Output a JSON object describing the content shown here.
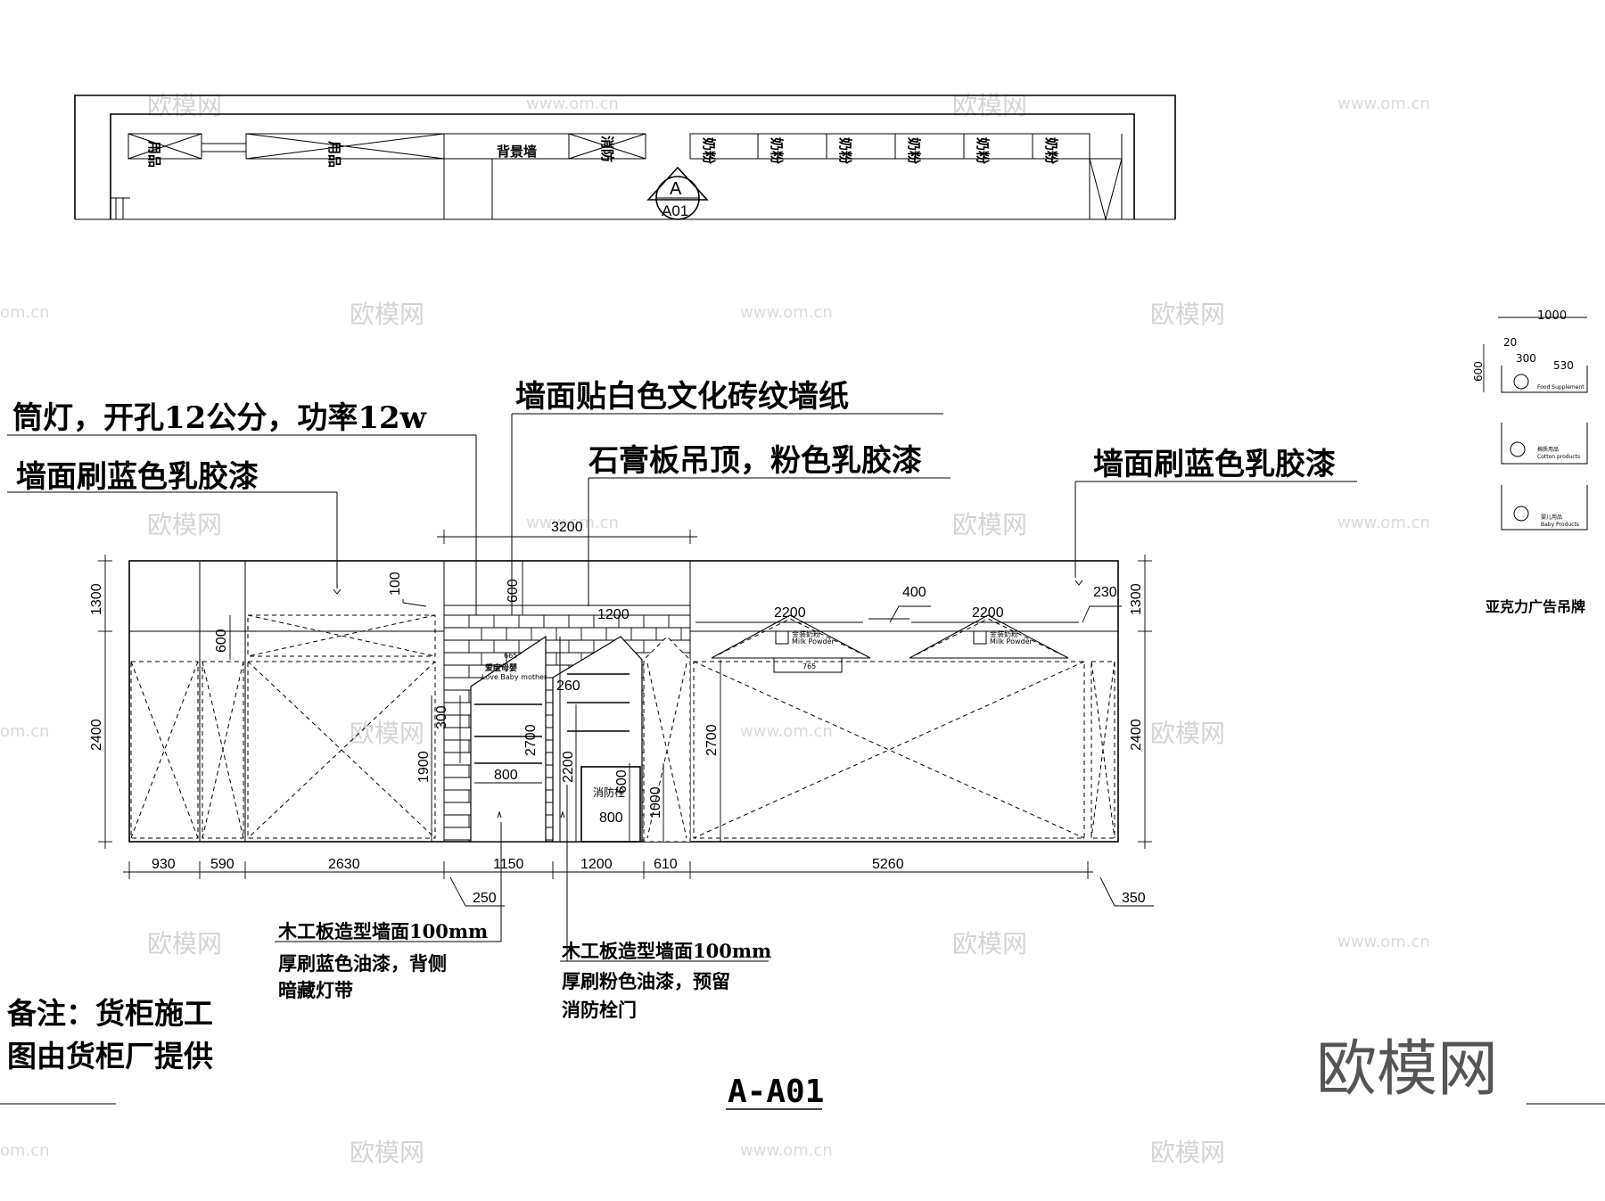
{
  "plan": {
    "zone_labels": [
      "用品",
      "用品",
      "背景墙",
      "消防",
      "奶粉",
      "奶粉",
      "奶粉",
      "奶粉",
      "奶粉",
      "奶粉"
    ],
    "view_marker_letter": "A",
    "view_marker_ref": "A01"
  },
  "callouts": {
    "downlight": "筒灯，开孔12公分，功率12w",
    "wall_left": "墙面刷蓝色乳胶漆",
    "wallpaper": "墙面贴白色文化砖纹墙纸",
    "ceiling": "石膏板吊顶，粉色乳胶漆",
    "wall_right": "墙面刷蓝色乳胶漆",
    "wood_blue_l1": "木工板造型墙面100mm",
    "wood_blue_l2": "厚刷蓝色油漆，背侧",
    "wood_blue_l3": "暗藏灯带",
    "wood_pink_l1": "木工板造型墙面100mm",
    "wood_pink_l2": "厚刷粉色油漆，预留",
    "wood_pink_l3": "消防栓门",
    "remark_l1": "备注：货柜施工",
    "remark_l2": "图由货柜厂提供"
  },
  "dimensions": {
    "bottom": [
      "930",
      "590",
      "2630",
      "1150",
      "1200",
      "610",
      "5260"
    ],
    "bottom_offsets": [
      "250",
      "350"
    ],
    "top_span": "3200",
    "left_upper": "1300",
    "left_lower": "2400",
    "right_upper": "1300",
    "right_lower": "2400",
    "header_600": "600",
    "soffit_100": "100",
    "brick_600": "600",
    "ceiling_1200": "1200",
    "sign_2200_a": "2200",
    "sign_gap_400": "400",
    "sign_2200_b": "2200",
    "right_230": "230",
    "panel_1900": "1900",
    "shelf_300": "300",
    "shelf_800": "800",
    "niche_2700": "2700",
    "niche_260": "260",
    "door_2200": "2200",
    "door_600": "600",
    "door_800": "800",
    "door_1000": "1000",
    "right_2700": "2700",
    "sign_width_small": "765",
    "shelf_top_small": "665"
  },
  "elevation": {
    "hydrant_label": "消防栓",
    "brand_cn": "爱宝母婴",
    "brand_en": "Love Baby mother",
    "sign_cn": "金装奶粉",
    "sign_en": "Milk Powder"
  },
  "sidebar": {
    "width": "1000",
    "height": "600",
    "top_gap": "20",
    "seg_a": "300",
    "seg_b": "530",
    "sign_1_en": "Food Supplement",
    "sign_2_cn": "棉质用品",
    "sign_2_en": "Cotton products",
    "sign_3_cn": "婴儿用品",
    "sign_3_en": "Baby Products",
    "caption": "亚克力广告吊牌"
  },
  "drawing_title": "A-A01",
  "watermarks": {
    "brand": "欧模网",
    "url": "www.om.cn",
    "url_fragment": "om.cn"
  },
  "logo": "欧模网"
}
